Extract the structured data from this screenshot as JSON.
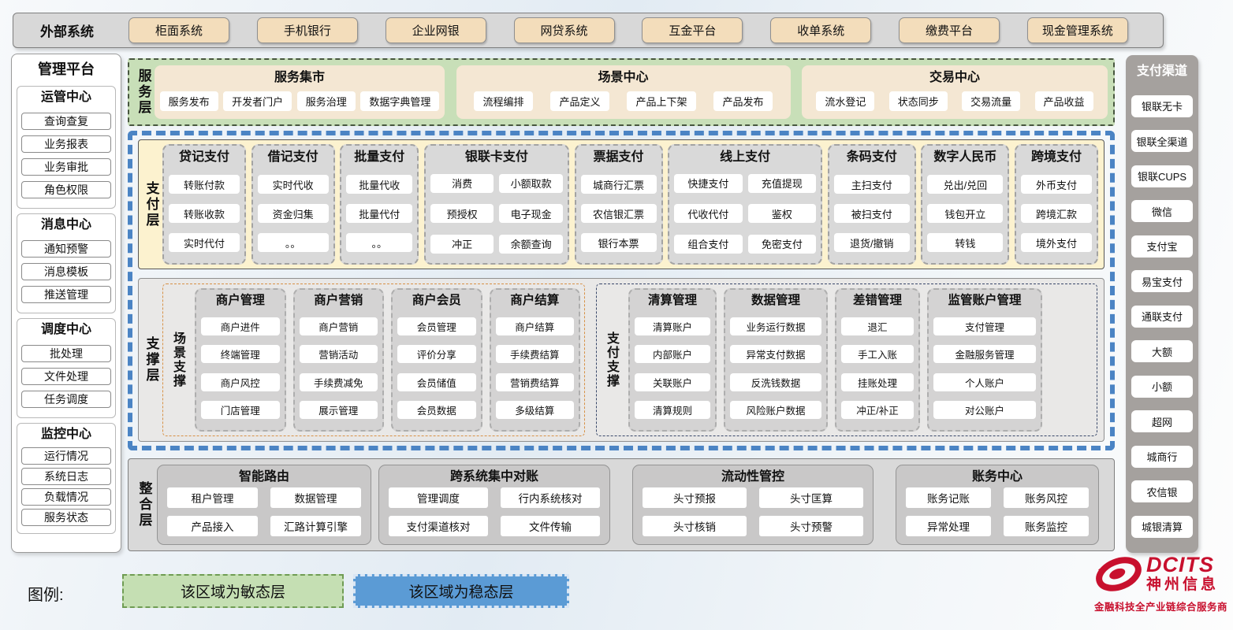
{
  "external_systems": {
    "label": "外部系统",
    "items": [
      "柜面系统",
      "手机银行",
      "企业网银",
      "网贷系统",
      "互金平台",
      "收单系统",
      "缴费平台",
      "现金管理系统"
    ]
  },
  "management_platform": {
    "title": "管理平台",
    "groups": [
      {
        "title": "运管中心",
        "items": [
          "查询查复",
          "业务报表",
          "业务审批",
          "角色权限"
        ]
      },
      {
        "title": "消息中心",
        "items": [
          "通知预警",
          "消息模板",
          "推送管理"
        ]
      },
      {
        "title": "调度中心",
        "items": [
          "批处理",
          "文件处理",
          "任务调度"
        ]
      },
      {
        "title": "监控中心",
        "items": [
          "运行情况",
          "系统日志",
          "负载情况",
          "服务状态"
        ]
      }
    ]
  },
  "service_layer": {
    "label": "服务层",
    "panels": [
      {
        "title": "服务集市",
        "items": [
          "服务发布",
          "开发者门户",
          "服务治理",
          "数据字典管理"
        ]
      },
      {
        "title": "场景中心",
        "items": [
          "流程编排",
          "产品定义",
          "产品上下架",
          "产品发布"
        ]
      },
      {
        "title": "交易中心",
        "items": [
          "流水登记",
          "状态同步",
          "交易流量",
          "产品收益"
        ]
      }
    ]
  },
  "payment_layer": {
    "label": "支付层",
    "columns": [
      {
        "title": "贷记支付",
        "items": [
          "转账付款",
          "转账收款",
          "实时代付"
        ]
      },
      {
        "title": "借记支付",
        "items": [
          "实时代收",
          "资金归集",
          "。。"
        ]
      },
      {
        "title": "批量支付",
        "items": [
          "批量代收",
          "批量代付",
          "。。"
        ]
      },
      {
        "title": "银联卡支付",
        "items": [
          "消费",
          "小额取款",
          "预授权",
          "电子现金",
          "冲正",
          "余额查询"
        ]
      },
      {
        "title": "票据支付",
        "items": [
          "城商行汇票",
          "农信银汇票",
          "银行本票"
        ]
      },
      {
        "title": "线上支付",
        "items": [
          "快捷支付",
          "充值提现",
          "代收代付",
          "鉴权",
          "组合支付",
          "免密支付"
        ]
      },
      {
        "title": "条码支付",
        "items": [
          "主扫支付",
          "被扫支付",
          "退货/撤销"
        ]
      },
      {
        "title": "数字人民币",
        "items": [
          "兑出/兑回",
          "钱包开立",
          "转钱"
        ]
      },
      {
        "title": "跨境支付",
        "items": [
          "外币支付",
          "跨境汇款",
          "境外支付"
        ]
      }
    ]
  },
  "support_layer": {
    "label": "支撑层",
    "groups": [
      {
        "label": "场景支撑",
        "columns": [
          {
            "title": "商户管理",
            "items": [
              "商户进件",
              "终端管理",
              "商户风控",
              "门店管理"
            ]
          },
          {
            "title": "商户营销",
            "items": [
              "商户营销",
              "营销活动",
              "手续费减免",
              "展示管理"
            ]
          },
          {
            "title": "商户会员",
            "items": [
              "会员管理",
              "评价分享",
              "会员储值",
              "会员数据"
            ]
          },
          {
            "title": "商户结算",
            "items": [
              "商户结算",
              "手续费结算",
              "营销费结算",
              "多级结算"
            ]
          }
        ]
      },
      {
        "label": "支付支撑",
        "columns": [
          {
            "title": "清算管理",
            "items": [
              "清算账户",
              "内部账户",
              "关联账户",
              "清算规则"
            ]
          },
          {
            "title": "数据管理",
            "items": [
              "业务运行数据",
              "异常支付数据",
              "反洗钱数据",
              "风险账户数据"
            ]
          },
          {
            "title": "差错管理",
            "items": [
              "退汇",
              "手工入账",
              "挂账处理",
              "冲正/补正"
            ]
          },
          {
            "title": "监管账户管理",
            "items": [
              "支付管理",
              "金融服务管理",
              "个人账户",
              "对公账户"
            ]
          }
        ]
      }
    ]
  },
  "integration_layer": {
    "label": "整合层",
    "panels": [
      {
        "title": "智能路由",
        "items": [
          "租户管理",
          "数据管理",
          "产品接入",
          "汇路计算引擎"
        ]
      },
      {
        "title": "跨系统集中对账",
        "items": [
          "管理调度",
          "行内系统核对",
          "支付渠道核对",
          "文件传输"
        ]
      },
      {
        "title": "流动性管控",
        "items": [
          "头寸预报",
          "头寸匡算",
          "头寸核销",
          "头寸预警"
        ]
      },
      {
        "title": "账务中心",
        "items": [
          "账务记账",
          "账务风控",
          "异常处理",
          "账务监控"
        ]
      }
    ]
  },
  "payment_channels": {
    "title": "支付渠道",
    "items": [
      "银联无卡",
      "银联全渠道",
      "银联CUPS",
      "微信",
      "支付宝",
      "易宝支付",
      "通联支付",
      "大额",
      "小额",
      "超网",
      "城商行",
      "农信银",
      "城银清算"
    ]
  },
  "legend": {
    "label": "图例:",
    "agile": "该区域为敏态层",
    "stable": "该区域为稳态层"
  },
  "logo": {
    "brand": "DCITS",
    "company": "神州信息",
    "tagline": "金融科技全产业链综合服务商"
  },
  "colors": {
    "agile_green": "#c8dfb8",
    "stable_blue": "#4b84c4",
    "legend_blue_fill": "#5b9bd5",
    "payment_cream": "#fcf2cf",
    "panel_gray": "#d9d9d9",
    "external_button_tan": "#f3ddbb",
    "scene_support_orange": "#d79146",
    "pay_support_navy": "#39486a",
    "logo_red": "#c8102e"
  }
}
